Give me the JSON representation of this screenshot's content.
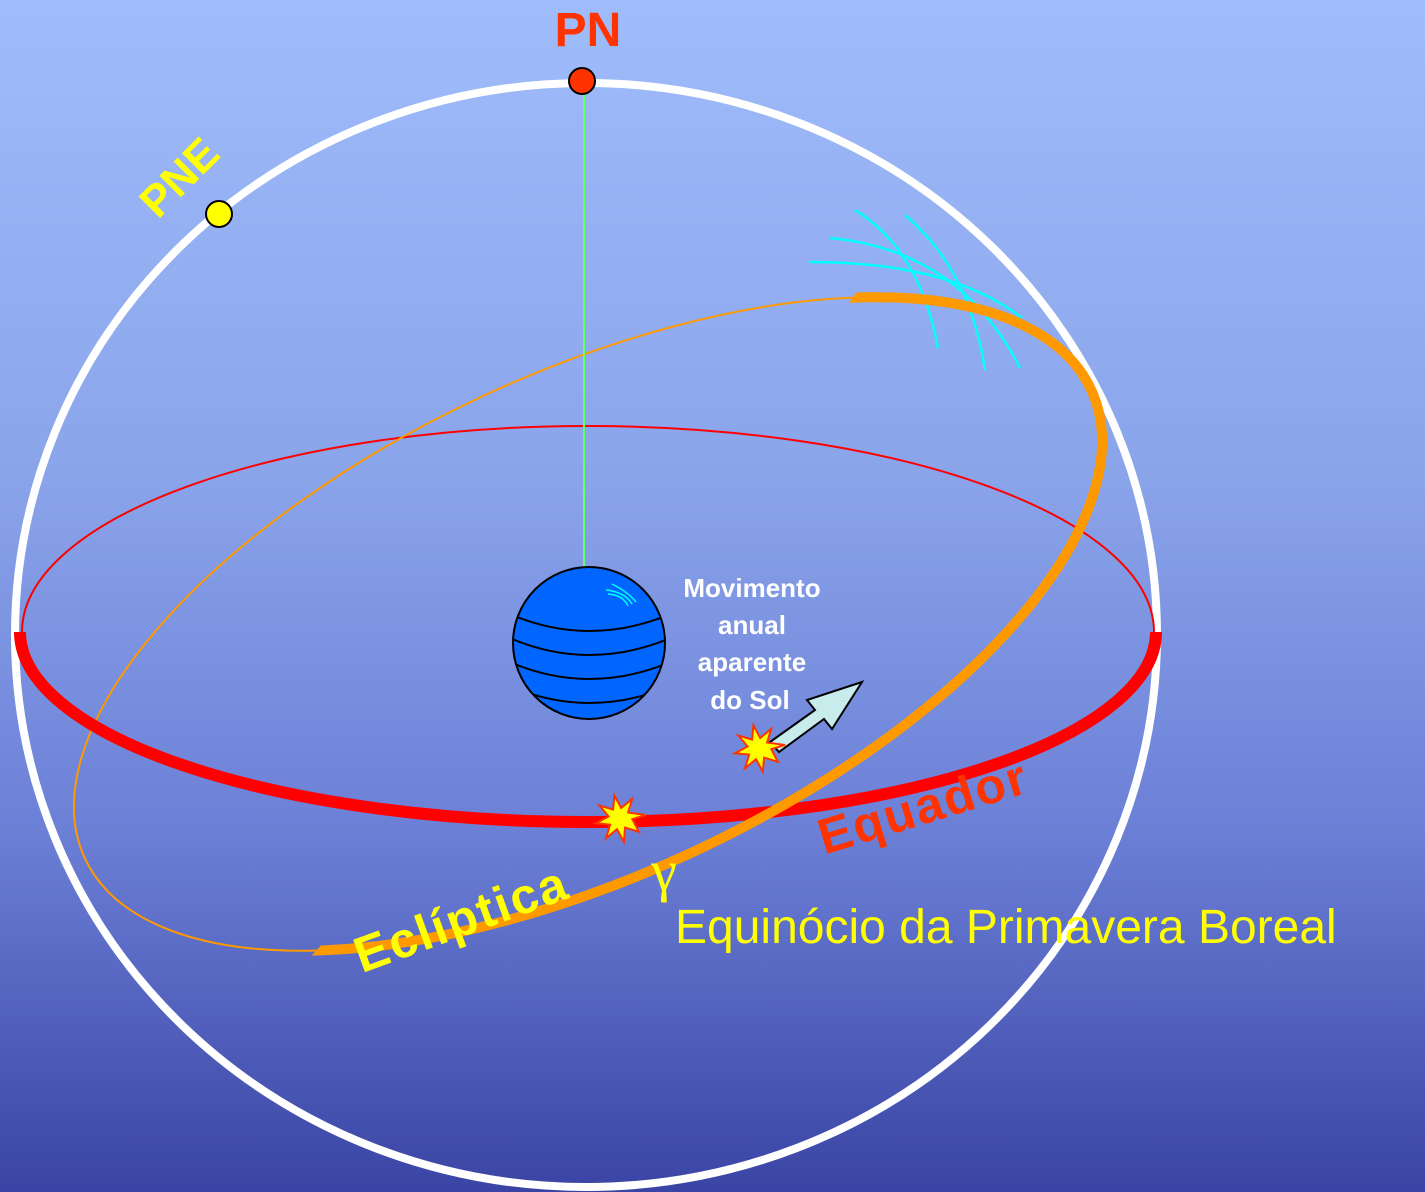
{
  "labels": {
    "north_pole": "PN",
    "ecliptic_north_pole": "PNE",
    "equator": "Equador",
    "ecliptic": "Eclíptica",
    "gamma": "γ",
    "equinox": "Equinócio da Primavera Boreal",
    "motion_line1": "Movimento",
    "motion_line2": "anual",
    "motion_line3": "aparente",
    "motion_line4": "do Sol"
  },
  "colors": {
    "sphere": "#ffffff",
    "equator": "#ff0000",
    "ecliptic": "#ff9900",
    "axis": "#66ff66",
    "earth": "#0066ff",
    "north_pole_marker": "#ff3300",
    "ecliptic_pole_marker": "#ffff00",
    "sun": "#ffff00",
    "arrow": "#c8ecec",
    "meridians": "#00ffff",
    "label_red": "#ff3300",
    "label_yellow": "#ffff00",
    "label_white": "#ffffff"
  }
}
